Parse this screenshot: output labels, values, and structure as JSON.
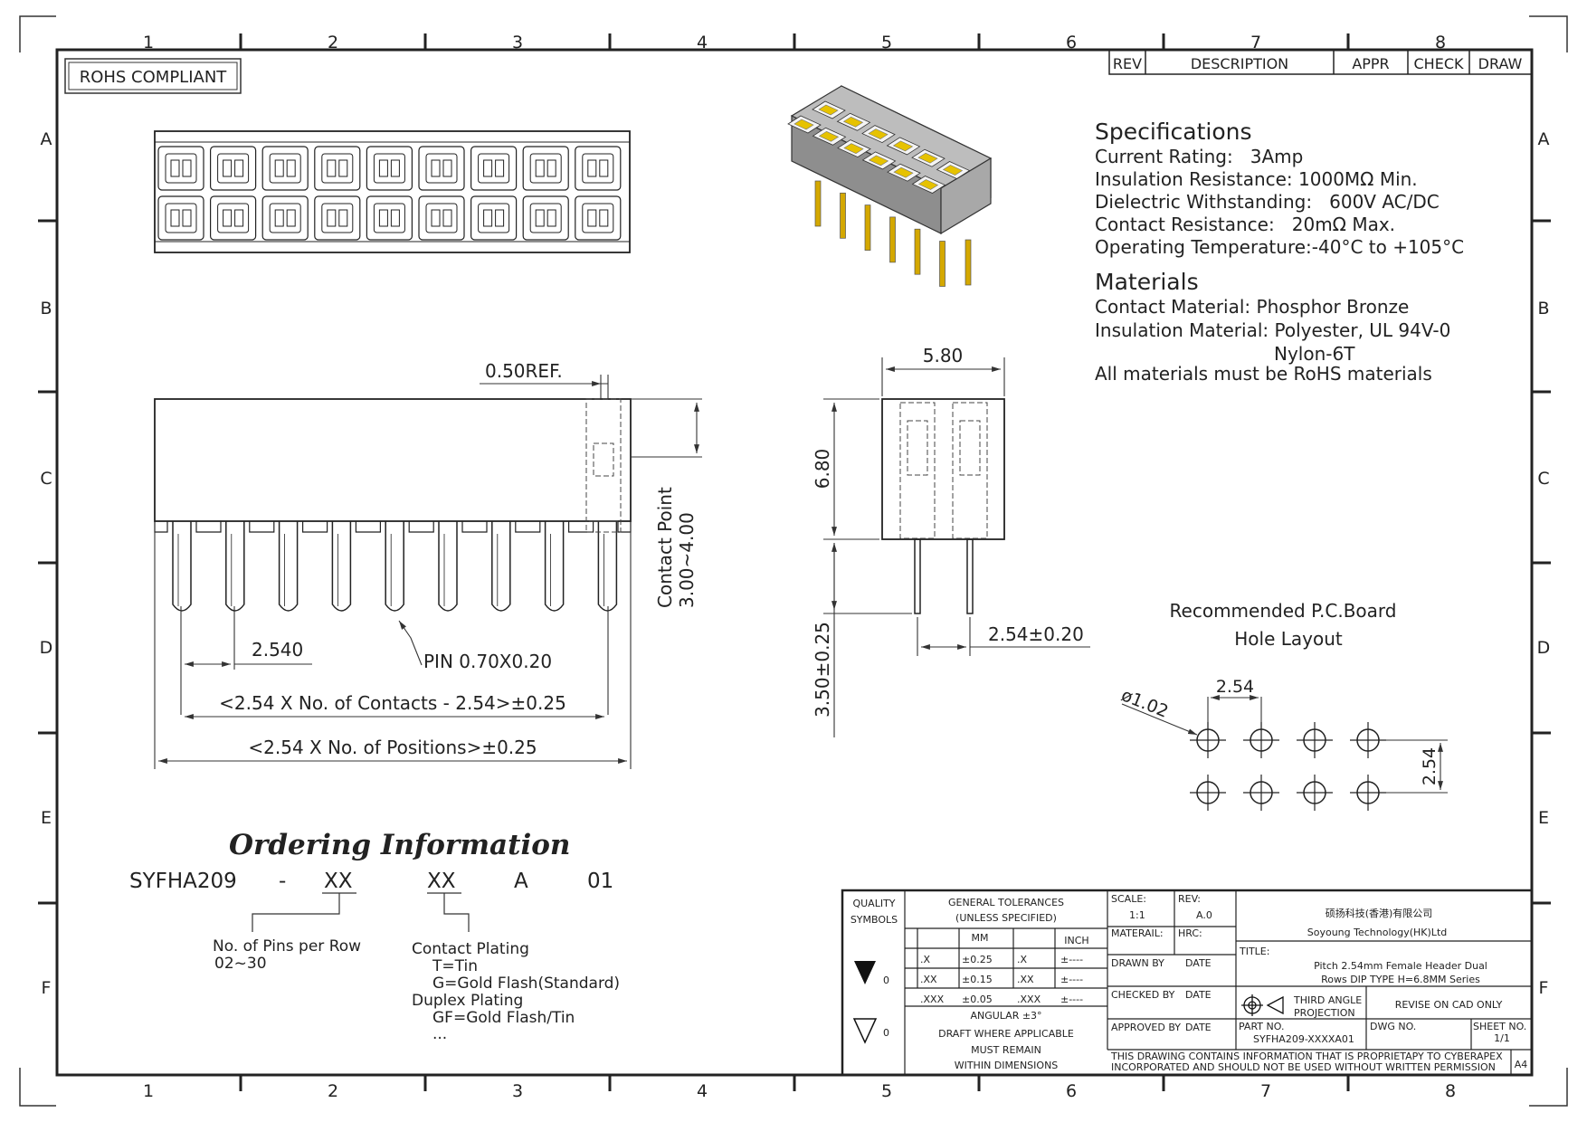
{
  "frame": {
    "columns": [
      "1",
      "2",
      "3",
      "4",
      "5",
      "6",
      "7",
      "8"
    ],
    "rows": [
      "A",
      "B",
      "C",
      "D",
      "E",
      "F"
    ],
    "rohs": "ROHS COMPLIANT",
    "size": "A4"
  },
  "revision_table": {
    "rev": "REV",
    "description": "DESCRIPTION",
    "appr": "APPR",
    "check": "CHECK",
    "draw": "DRAW"
  },
  "specifications": {
    "heading": "Specifications",
    "lines": [
      "Current Rating:   3Amp",
      "Insulation Resistance: 1000MΩ Min.",
      "Dielectric Withstanding:   600V AC/DC",
      "Contact Resistance:   20mΩ Max.",
      "Operating Temperature:-40°C to +105°C"
    ]
  },
  "materials": {
    "heading": "Materials",
    "contact": "Contact Material: Phosphor Bronze",
    "insulation": "Insulation Material: Polyester, UL 94V-0",
    "insulation_alt": "Nylon-6T",
    "note": "All materials must be RoHS materials"
  },
  "dimensions": {
    "ref": "0.50REF.",
    "contact_point_label": "Contact Point",
    "contact_point_value": "3.00~4.00",
    "pitch": "2.540",
    "pin": "PIN 0.70X0.20",
    "contacts_len": "<2.54 X No. of Contacts - 2.54>±0.25",
    "positions_len": "<2.54 X No. of Positions>±0.25",
    "side_width": "5.80",
    "side_height": "6.80",
    "pin_length": "3.50±0.25",
    "row_pitch": "2.54±0.20"
  },
  "pcb": {
    "title1": "Recommended P.C.Board",
    "title2": "Hole Layout",
    "hole_dia": "ø1.02",
    "pitch_x": "2.54",
    "pitch_y": "2.54"
  },
  "ordering": {
    "title": "Ordering Information",
    "part": "SYFHA209",
    "dash": "-",
    "f1": "XX",
    "f2": "XX",
    "f3": "A",
    "f4": "01",
    "pins_label": "No. of Pins per Row",
    "pins_range": "02~30",
    "plating_lines": [
      "Contact Plating",
      "T=Tin",
      "G=Gold Flash(Standard)",
      "Duplex Plating",
      "GF=Gold Flash/Tin",
      "..."
    ]
  },
  "title_block": {
    "quality1": "QUALITY",
    "quality2": "SYMBOLS",
    "sym_a": "0",
    "sym_b": "0",
    "tol1": "GENERAL TOLERANCES",
    "tol2": "(UNLESS SPECIFIED)",
    "mm": "MM",
    "inch": "INCH",
    "tol_rows": [
      {
        "k": ".X",
        "v": "±0.25",
        "ik": ".X",
        "iv": "±----"
      },
      {
        "k": ".XX",
        "v": "±0.15",
        "ik": ".XX",
        "iv": "±----"
      },
      {
        "k": ".XXX",
        "v": "±0.05",
        "ik": ".XXX",
        "iv": "±----"
      }
    ],
    "angular": "ANGULAR ±3°",
    "draft1": "DRAFT WHERE APPLICABLE",
    "draft2": "MUST REMAIN",
    "draft3": "WITHIN DIMENSIONS",
    "scale_label": "SCALE:",
    "scale": "1:1",
    "rev_label": "REV:",
    "rev": "A.0",
    "material_label": "MATERAIL:",
    "hrc_label": "HRC:",
    "drawn_by": "DRAWN BY",
    "date": "DATE",
    "checked_by": "CHECKED BY",
    "approved_by": "APPROVED BY",
    "company_cn": "硕扬科技(香港)有限公司",
    "company_en": "Soyoung Technology(HK)Ltd",
    "title_label": "TITLE:",
    "title1": "Pitch 2.54mm Female Header Dual",
    "title2": "Rows DIP TYPE H=6.8MM Series",
    "proj1": "THIRD ANGLE",
    "proj2": "PROJECTION",
    "revise": "REVISE ON CAD ONLY",
    "part_label": "PART NO.",
    "part_no": "SYFHA209-XXXXA01",
    "dwg_label": "DWG NO.",
    "sheet_label": "SHEET NO.",
    "sheet": "1/1",
    "notice1": "THIS DRAWING CONTAINS INFORMATION THAT IS PROPRIETAPY TO CYBERAPEX",
    "notice2": "INCORPORATED AND SHOULD NOT BE USED WITHOUT WRITTEN PERMISSION"
  }
}
